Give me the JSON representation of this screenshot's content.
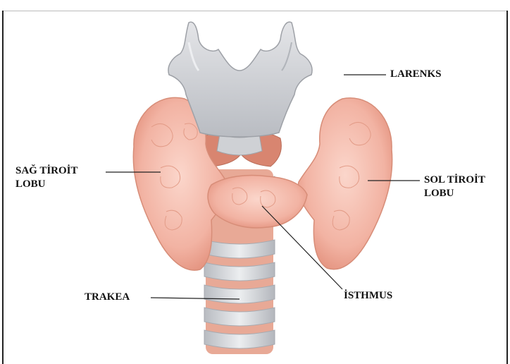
{
  "labels": {
    "larenks": "LARENKS",
    "sag_tiroit_line1": "SAĞ TİROİT",
    "sag_tiroit_line2": "LOBU",
    "sol_tiroit_line1": "SOL TİROİT",
    "sol_tiroit_line2": "LOBU",
    "isthmus": "İSTHMUS",
    "trakea": "TRAKEA"
  },
  "colors": {
    "thyroid": "#f2b3a3",
    "cartilage": "#c9cbd0",
    "trachea_ring": "#d8dadd",
    "muscle": "#e19b86",
    "line": "#222222"
  }
}
